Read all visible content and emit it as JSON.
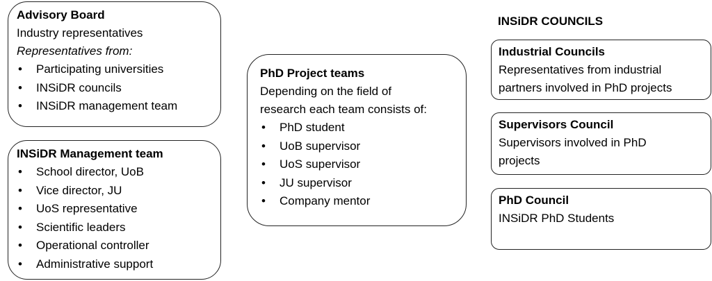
{
  "advisory_board": {
    "title": "Advisory Board",
    "subtitle": "Industry representatives",
    "from_label": "Representatives from:",
    "items": [
      "Participating universities",
      "INSiDR councils",
      "INSiDR management team"
    ]
  },
  "management_team": {
    "title": "INSiDR Management team",
    "items": [
      "School director, UoB",
      "Vice director, JU",
      "UoS representative",
      "Scientific leaders",
      "Operational controller",
      "Administrative support"
    ]
  },
  "phd_project_teams": {
    "title": "PhD Project teams",
    "description_line1": "Depending on the field of",
    "description_line2": "research each team consists of:",
    "items": [
      "PhD student",
      "UoB supervisor",
      "UoS supervisor",
      "JU supervisor",
      "Company mentor"
    ]
  },
  "councils": {
    "heading": "INSiDR COUNCILS",
    "industrial": {
      "title": "Industrial Councils",
      "line1": "Representatives from industrial",
      "line2": "partners involved in PhD projects"
    },
    "supervisors": {
      "title": "Supervisors Council",
      "line1": "Supervisors involved in PhD",
      "line2": "projects"
    },
    "phd": {
      "title": "PhD Council",
      "line1": "INSiDR PhD Students"
    }
  }
}
